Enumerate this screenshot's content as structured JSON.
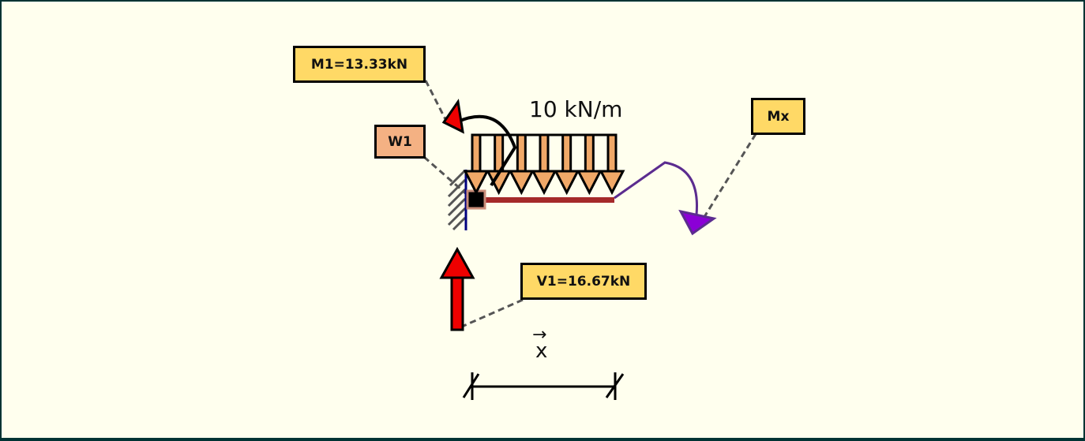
{
  "diagram": {
    "type": "cantilever beam free-body diagram",
    "distributed_load": {
      "label": "10 kN/m",
      "arrow_count": 7
    },
    "labels": {
      "m1": "M1=13.33kN",
      "w1": "W1",
      "mx": "Mx",
      "v1": "V1=16.67kN"
    },
    "dimension": {
      "symbol": "x",
      "vector_arrow": "→"
    },
    "colors": {
      "background": "#FFFFEE",
      "border": "#003333",
      "label_fill": "#FFD966",
      "w1_fill": "#F4B183",
      "load_fill": "#F0A868",
      "beam": "#A52A2A",
      "wall": "#000080",
      "reaction_arrow": "#EE0000",
      "mx_arc": "#5B2C8F",
      "mx_head": "#8B00D6",
      "leader": "#555555"
    }
  }
}
